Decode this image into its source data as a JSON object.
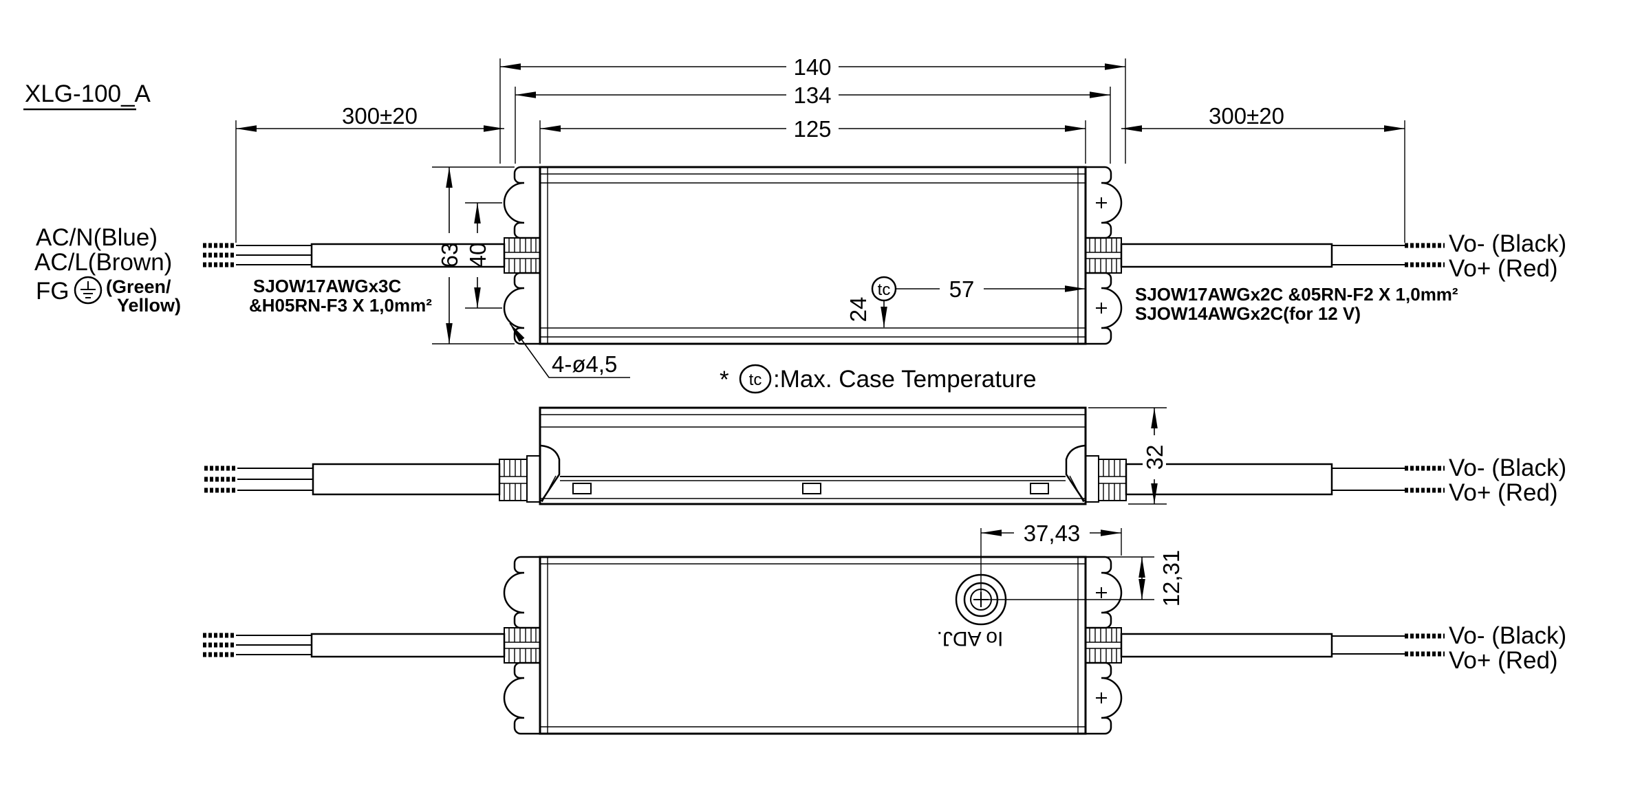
{
  "title": "XLG-100_A",
  "front_view": {
    "dim_overall": "140",
    "dim_over_glands": "134",
    "dim_body": "125",
    "dim_input_wire": "300±20",
    "dim_output_wire": "300±20",
    "dim_height": "63",
    "dim_slot_spacing": "40",
    "dim_tc_from_bottom": "24",
    "dim_tc_from_right": "57",
    "tc_marker": "tc",
    "hole_callout": "4-ø4,5"
  },
  "note": {
    "asterisk": "*",
    "tc_marker": "tc",
    "text": ":Max. Case Temperature"
  },
  "input_side": {
    "wire1": "AC/N(Blue)",
    "wire2": "AC/L(Brown)",
    "wire3_label": "FG",
    "wire3_color_line1": "(Green/",
    "wire3_color_line2": "Yellow)",
    "cable_spec_line1": "SJOW17AWGx3C",
    "cable_spec_line2": "&H05RN-F3 X 1,0mm²"
  },
  "output_side": {
    "wire_neg": "Vo- (Black)",
    "wire_pos": "Vo+ (Red)",
    "cable_spec_line1": "SJOW17AWGx2C &05RN-F2  X 1,0mm²",
    "cable_spec_line2": "SJOW14AWGx2C(for 12 V)"
  },
  "side_view": {
    "dim_height": "32"
  },
  "bottom_view": {
    "dim_pot_from_right": "37,43",
    "dim_pot_from_top": "12,31",
    "pot_label": "Io ADJ."
  }
}
